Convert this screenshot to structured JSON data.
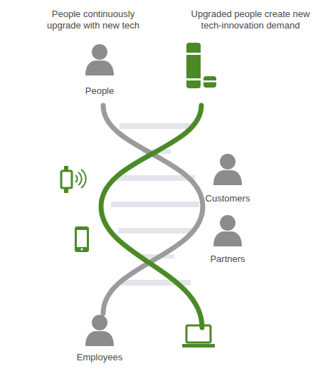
{
  "diagram": {
    "labels": [
      "People continuously upgrade with new tech",
      "Upgraded people create new tech-innovation demand",
      "People",
      "Customers",
      "Partners",
      "Employees"
    ]
  }
}
